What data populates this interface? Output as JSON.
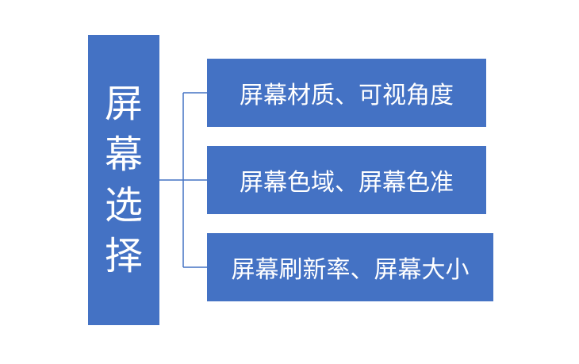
{
  "root": {
    "label": "屏幕选择"
  },
  "branches": [
    {
      "label": "屏幕材质、可视角度"
    },
    {
      "label": "屏幕色域、屏幕色准"
    },
    {
      "label": "屏幕刷新率、屏幕大小"
    }
  ],
  "colors": {
    "box_fill": "#4472c4",
    "connector": "#4472c4",
    "text": "#ffffff"
  }
}
